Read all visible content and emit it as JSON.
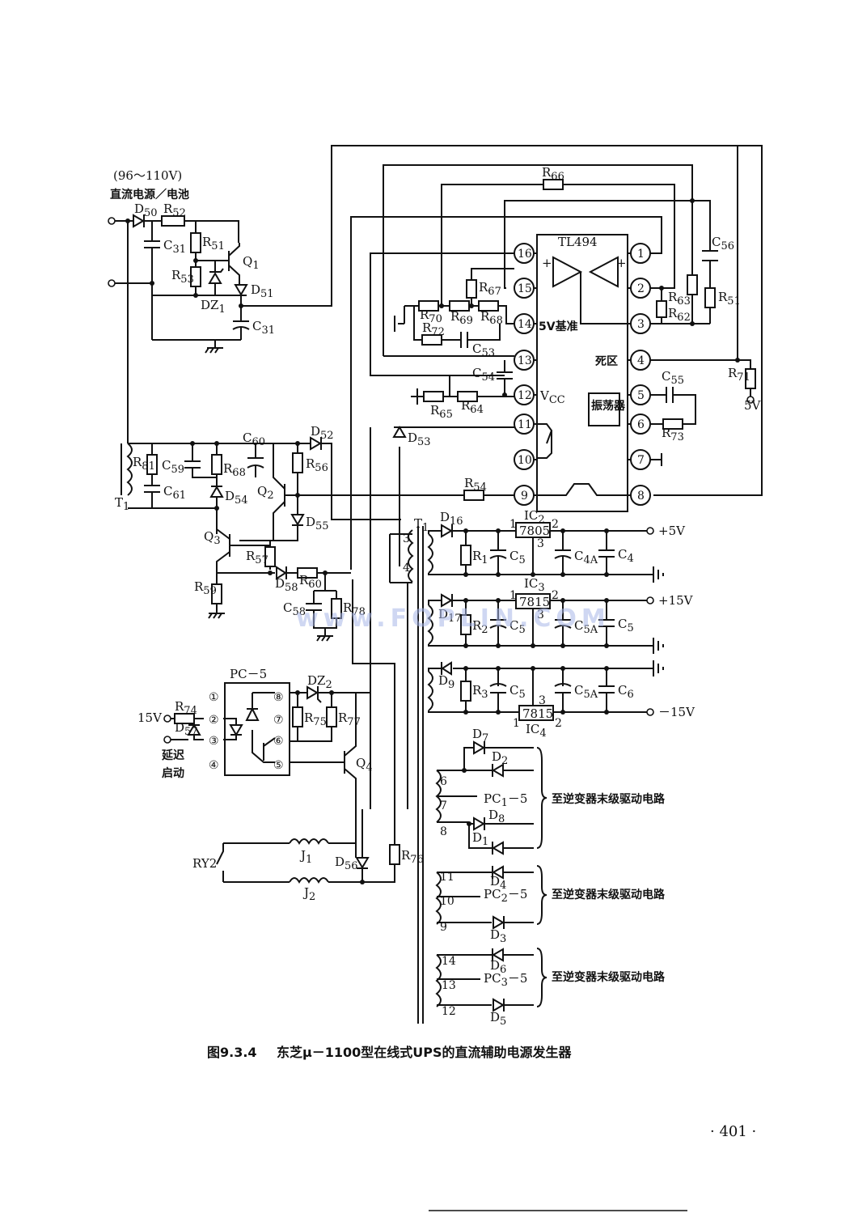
{
  "input": {
    "range": "(96～110V)",
    "source": "直流电源／电池"
  },
  "ic_main": {
    "name": "TL494",
    "vref": "5V基准",
    "vcc": "V",
    "vcc_sub": "CC",
    "deadtime": "死区",
    "osc": "振荡器"
  },
  "tl494_pins": [
    "1",
    "2",
    "3",
    "4",
    "5",
    "6",
    "7",
    "8",
    "9",
    "10",
    "11",
    "12",
    "13",
    "14",
    "15",
    "16"
  ],
  "supply_5v": "5V",
  "components": {
    "D50": [
      "D",
      "50"
    ],
    "R52": [
      "R",
      "52"
    ],
    "C31a": [
      "C",
      "31"
    ],
    "R51a": [
      "R",
      "51"
    ],
    "Q1": [
      "Q",
      "1"
    ],
    "R53": [
      "R",
      "53"
    ],
    "DZ1": [
      "DZ",
      "1"
    ],
    "D51": [
      "D",
      "51"
    ],
    "C31b": [
      "C",
      "31"
    ],
    "R66": [
      "R",
      "66"
    ],
    "C56": [
      "C",
      "56"
    ],
    "R67": [
      "R",
      "67"
    ],
    "R70": [
      "R",
      "70"
    ],
    "R69": [
      "R",
      "69"
    ],
    "R68a": [
      "R",
      "68"
    ],
    "R72": [
      "R",
      "72"
    ],
    "C53": [
      "C",
      "53"
    ],
    "R63": [
      "R",
      "63"
    ],
    "R62": [
      "R",
      "62"
    ],
    "R51b": [
      "R",
      "51"
    ],
    "C54": [
      "C",
      "54"
    ],
    "R65": [
      "R",
      "65"
    ],
    "R64": [
      "R",
      "64"
    ],
    "C55": [
      "C",
      "55"
    ],
    "R73a": [
      "R",
      "73"
    ],
    "R71": [
      "R",
      "71"
    ],
    "R81": [
      "R",
      "81"
    ],
    "C59": [
      "C",
      "59"
    ],
    "R68b": [
      "R",
      "68"
    ],
    "C60": [
      "C",
      "60"
    ],
    "D52": [
      "D",
      "52"
    ],
    "D53": [
      "D",
      "53"
    ],
    "R56": [
      "R",
      "56"
    ],
    "C61": [
      "C",
      "61"
    ],
    "D54": [
      "D",
      "54"
    ],
    "Q2": [
      "Q",
      "2"
    ],
    "R54": [
      "R",
      "54"
    ],
    "T1a": [
      "T",
      "1"
    ],
    "D55": [
      "D",
      "55"
    ],
    "Q3": [
      "Q",
      "3"
    ],
    "R57": [
      "R",
      "57"
    ],
    "D58": [
      "D",
      "58"
    ],
    "R60": [
      "R",
      "60"
    ],
    "R59": [
      "R",
      "59"
    ],
    "C58": [
      "C",
      "58"
    ],
    "R78": [
      "R",
      "78"
    ],
    "T1b": [
      "T",
      "1"
    ],
    "D16": [
      "D",
      "16"
    ],
    "IC2": [
      "IC",
      "2"
    ],
    "R1": [
      "R",
      "1"
    ],
    "C5a": [
      "C",
      "5"
    ],
    "C4A": [
      "C",
      "4A"
    ],
    "C4": [
      "C",
      "4"
    ],
    "IC3": [
      "IC",
      "3"
    ],
    "D17": [
      "D",
      "17"
    ],
    "R2": [
      "R",
      "2"
    ],
    "C5b": [
      "C",
      "5"
    ],
    "C5A": [
      "C",
      "5A"
    ],
    "C5c": [
      "C",
      "5"
    ],
    "D9": [
      "D",
      "9"
    ],
    "R3": [
      "R",
      "3"
    ],
    "C5d": [
      "C",
      "5"
    ],
    "C5Ab": [
      "C",
      "5A"
    ],
    "C6": [
      "C",
      "6"
    ],
    "IC4": [
      "IC",
      "4"
    ],
    "DZ2": [
      "DZ",
      "2"
    ],
    "R74": [
      "R",
      "74"
    ],
    "D57": [
      "D",
      "57"
    ],
    "R75": [
      "R",
      "75"
    ],
    "R77": [
      "R",
      "77"
    ],
    "Q4": [
      "Q",
      "4"
    ],
    "J1": [
      "J",
      "1"
    ],
    "J2": [
      "J",
      "2"
    ],
    "D56": [
      "D",
      "56"
    ],
    "R76": [
      "R",
      "76"
    ],
    "D7": [
      "D",
      "7"
    ],
    "D2": [
      "D",
      "2"
    ],
    "D8": [
      "D",
      "8"
    ],
    "D1": [
      "D",
      "1"
    ],
    "PC1": [
      "PC",
      "1"
    ],
    "D4": [
      "D",
      "4"
    ],
    "PC2": [
      "PC",
      "2"
    ],
    "D3": [
      "D",
      "3"
    ],
    "D6": [
      "D",
      "6"
    ],
    "PC3": [
      "PC",
      "3"
    ],
    "D5": [
      "D",
      "5"
    ]
  },
  "regulators": {
    "ic2": "7805",
    "ic3": "7815",
    "ic4": "7815"
  },
  "reg_pins": [
    "1",
    "2",
    "3"
  ],
  "outputs": {
    "p5": "+5V",
    "p15": "+15V",
    "n15": "－15V"
  },
  "pc5": {
    "name": "PC－5",
    "pins": [
      "①",
      "②",
      "③",
      "④",
      "⑤",
      "⑥",
      "⑦",
      "⑧"
    ],
    "input_15v": "15V",
    "delay": "延迟",
    "start": "启动"
  },
  "relay": "RY2",
  "pc_suffix": "－5",
  "t1_pins": [
    "3",
    "4",
    "6",
    "7",
    "8",
    "11",
    "10",
    "9",
    "14",
    "13",
    "12"
  ],
  "drive_label": "至逆变器末级驱动电路",
  "caption": {
    "fig": "图9.3.4",
    "text": "东芝μ－1100型在线式UPS的直流辅助电源发生器"
  },
  "page_number": "· 401 ·",
  "watermark": "www.FOPLIN.COM"
}
